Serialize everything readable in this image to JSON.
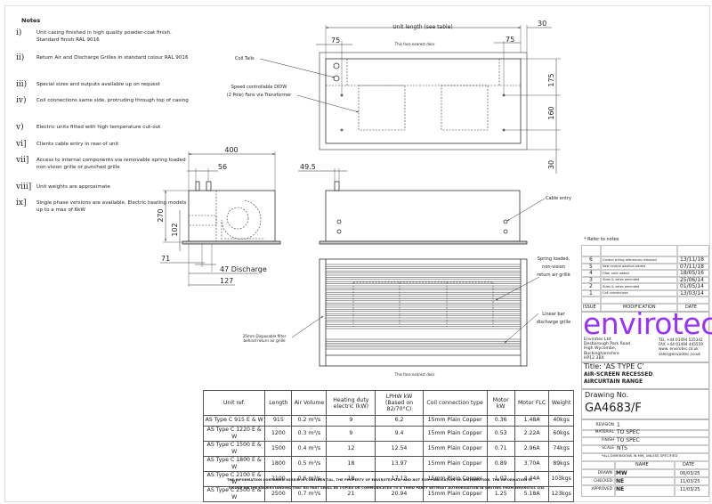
{
  "notes": {
    "heading": "Notes",
    "items": [
      {
        "num": "i)",
        "text": "Unit casing finished in high quality powder-coat finish. Standard finish RAL 9016"
      },
      {
        "num": "ii)",
        "text": "Return Air and Discharge Grilles in standard colour RAL 9016"
      },
      {
        "num": "iii)",
        "text": "Special sizes and outputs available up on request"
      },
      {
        "num": "iv)",
        "text": "Coil connections same side, protruding through top of casing"
      },
      {
        "num": "v)",
        "text": "Electric units fitted with high temperature cut-out"
      },
      {
        "num": "vi]",
        "text": "Clients cable entry in rear of unit"
      },
      {
        "num": "vii]",
        "text": "Access to internal components via removable spring loaded non-vision grille or punched grille"
      },
      {
        "num": "viii]",
        "text": "Unit weights are approximate"
      },
      {
        "num": "ix]",
        "text": "Single phase versions are available. Electric heating models up to a max of 6kW"
      }
    ]
  },
  "drawing": {
    "plan": {
      "unit_length": "Unit length (see table)",
      "dim_30_top": "30",
      "dim_75_left": "75",
      "dim_75_right": "75",
      "face_label": "This face nearest door",
      "dim_175": "175",
      "dim_160": "160",
      "dim_30_bottom": "30",
      "coil_tails": "Coil Tails",
      "fans_line1": "Speed controllable DIDW",
      "fans_line2": "(2 Pole) Fans via Transformer"
    },
    "side": {
      "dim_400": "400",
      "dim_56": "56",
      "dim_270": "270",
      "dim_102": "102",
      "dim_71": "71",
      "dim_47": "47 Discharge",
      "dim_127": "127"
    },
    "elevation": {
      "dim_49_5": "49.5",
      "cable_entry": "Cable entry"
    },
    "front": {
      "return_line1": "Spring loaded,",
      "return_line2": "non-vision",
      "return_line3": "return air grille",
      "discharge_line1": "Linear bar",
      "discharge_line2": "discharge grille",
      "filter_line1": "25mm Disposable filter",
      "filter_line2": "behind return air grille",
      "face_label": "This face nearest door"
    }
  },
  "spec_table": {
    "headers": [
      "Unit ref.",
      "Length",
      "Air Volume",
      "Heating duty electric (kW)",
      "LPHW kW (Based on 82/70°C)",
      "Coil connection type",
      "Motor kW",
      "Motor FLC",
      "Weight"
    ],
    "rows": [
      [
        "AS Type C 915 E & W",
        "915",
        "0.2 m³/s",
        "9",
        "6.2",
        "15mm Plain Copper",
        "0.36",
        "1.48A",
        "40kgs"
      ],
      [
        "AS Type C 1220 E & W",
        "1200",
        "0.3 m³/s",
        "9",
        "9.4",
        "15mm Plain Copper",
        "0.53",
        "2.22A",
        "60kgs"
      ],
      [
        "AS Type C 1500 E & W",
        "1500",
        "0.4 m³/s",
        "12",
        "12.54",
        "15mm Plain Copper",
        "0.71",
        "2.96A",
        "74kgs"
      ],
      [
        "AS Type C 1800 E & W",
        "1800",
        "0.5 m³/s",
        "18",
        "13.97",
        "15mm Plain Copper",
        "0.89",
        "3.70A",
        "89kgs"
      ],
      [
        "AS Type C 2100 E & W",
        "2100",
        "0.6 m³/s",
        "18",
        "17.13",
        "15mm Plain Copper",
        "1.07",
        "4.44A",
        "103kgs"
      ],
      [
        "AS Type C 2500 E & W",
        "2500",
        "0.7 m³/s",
        "21",
        "20.94",
        "15mm Plain Copper",
        "1.25",
        "5.18A",
        "123kgs"
      ]
    ]
  },
  "footer": {
    "line1": "THE INFORMATION CONTAINED HEREIN IS CONFIDENTIAL, THE PROPERTY OF ENVIROTEC LTD. AND NOT FOR PUBLICATION OR DISTRIBUTION. THE INFORMATION IS",
    "line2": "ISSUED ON THE UNDERSTANDING THAT NO PART SHALL BE COPIED OR COMMUNICATED TO A THIRD PARTY WITHOUT AUTHORISATION IN WRITING FROM ENVIROTEC LTD."
  },
  "title_block": {
    "refer_note": "* Refer to notes",
    "revisions": [
      {
        "issue": "6",
        "modification": "Control wiring references removed",
        "date": "13/11/18"
      },
      {
        "issue": "5",
        "modification": "New control position added",
        "date": "07/11/18"
      },
      {
        "issue": "4",
        "modification": "Filter note added",
        "date": "18/05/16"
      },
      {
        "issue": "3",
        "modification": "Sizes & notes amended",
        "date": "25/06/14"
      },
      {
        "issue": "2",
        "modification": "Sizes & notes amended",
        "date": "01/05/14"
      },
      {
        "issue": "1",
        "modification": "Coil connections",
        "date": "13/03/14"
      }
    ],
    "rev_headers": {
      "issue": "ISSUE",
      "modification": "MODIFICATION",
      "date": "DATE"
    },
    "logo": "envirotec",
    "brand_color": "#9b30ff",
    "address": [
      "Envirotec Ltd",
      "Desborough Park Road",
      "High Wycombe,",
      "Buckinghamshire",
      "HP12 3BX"
    ],
    "contact": [
      "TEL +44 01494 525342",
      "FAX +44 01494 445559",
      "www. envirotec.co.uk",
      "sales@envirotec.co.uk"
    ],
    "title_line1": "Title: 'AS TYPE C'",
    "title_line2": "AIR-SCREEN RECESSED",
    "title_line3": "AIRCURTAIN RANGE",
    "drawing_no_label": "Drawing No.",
    "drawing_no": "GA4683/F",
    "revision_label": "REVISION",
    "revision": "1",
    "material_label": "MATERIAL",
    "material": "TO SPEC",
    "finish_label": "FINISH",
    "finish": "TO SPEC",
    "scale_label": "SCALE",
    "scale": "NTS",
    "dims_note": "*ALL DIMENSIONS IN MM, UNLESS SPECIFIED",
    "sign_headers": {
      "name": "NAME",
      "date": "DATE"
    },
    "signoffs": [
      {
        "role": "DRAWN",
        "name": "MW",
        "date": "06/03/25"
      },
      {
        "role": "CHECKED",
        "name": "NE",
        "date": "11/03/25"
      },
      {
        "role": "APPROVED",
        "name": "NE",
        "date": "11/03/25"
      }
    ]
  }
}
